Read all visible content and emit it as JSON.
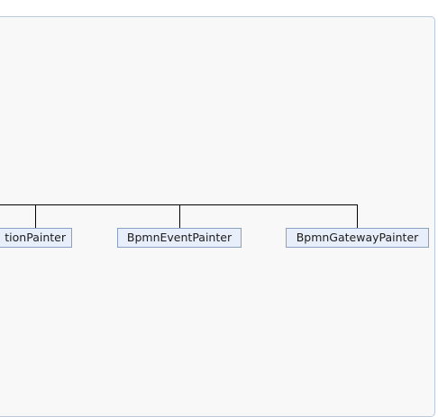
{
  "diagram": {
    "nodes": [
      {
        "id": "activity",
        "label": "tionPainter"
      },
      {
        "id": "event",
        "label": "BpmnEventPainter"
      },
      {
        "id": "gateway",
        "label": "BpmnGatewayPainter"
      }
    ]
  }
}
